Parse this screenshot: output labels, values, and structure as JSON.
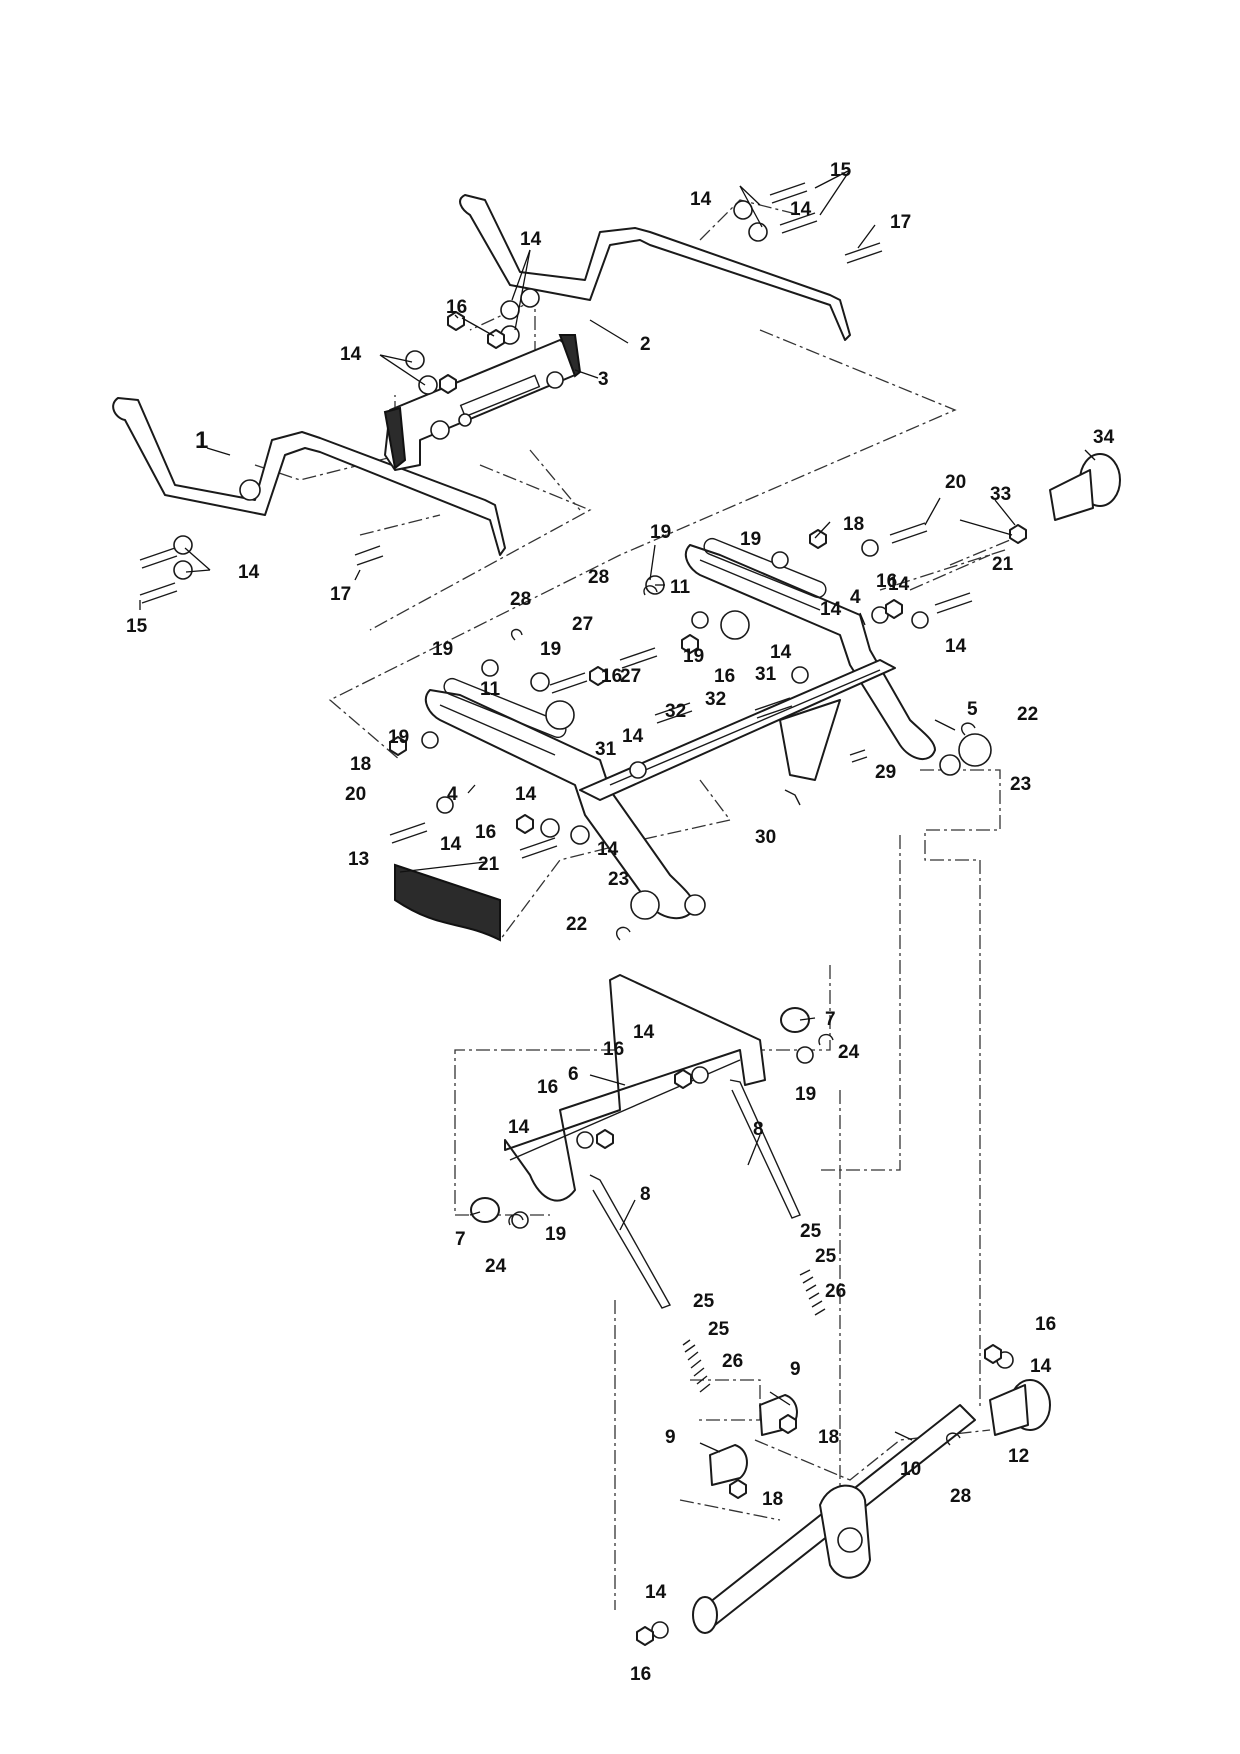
{
  "diagram": {
    "callouts": [
      {
        "id": "c1",
        "label": "1"
      },
      {
        "id": "c2",
        "label": "2"
      },
      {
        "id": "c3",
        "label": "3"
      },
      {
        "id": "c4a",
        "label": "4"
      },
      {
        "id": "c4b",
        "label": "4"
      },
      {
        "id": "c5",
        "label": "5"
      },
      {
        "id": "c6",
        "label": "6"
      },
      {
        "id": "c7a",
        "label": "7"
      },
      {
        "id": "c7b",
        "label": "7"
      },
      {
        "id": "c8a",
        "label": "8"
      },
      {
        "id": "c8b",
        "label": "8"
      },
      {
        "id": "c9a",
        "label": "9"
      },
      {
        "id": "c9b",
        "label": "9"
      },
      {
        "id": "c10",
        "label": "10"
      },
      {
        "id": "c11a",
        "label": "11"
      },
      {
        "id": "c11b",
        "label": "11"
      },
      {
        "id": "c12",
        "label": "12"
      },
      {
        "id": "c13",
        "label": "13"
      },
      {
        "id": "c14a",
        "label": "14"
      },
      {
        "id": "c14b",
        "label": "14"
      },
      {
        "id": "c14c",
        "label": "14"
      },
      {
        "id": "c14d",
        "label": "14"
      },
      {
        "id": "c14e",
        "label": "14"
      },
      {
        "id": "c14f",
        "label": "14"
      },
      {
        "id": "c14g",
        "label": "14"
      },
      {
        "id": "c14h",
        "label": "14"
      },
      {
        "id": "c14i",
        "label": "14"
      },
      {
        "id": "c14j",
        "label": "14"
      },
      {
        "id": "c14k",
        "label": "14"
      },
      {
        "id": "c14l",
        "label": "14"
      },
      {
        "id": "c14m",
        "label": "14"
      },
      {
        "id": "c14n",
        "label": "14"
      },
      {
        "id": "c14o",
        "label": "14"
      },
      {
        "id": "c14p",
        "label": "14"
      },
      {
        "id": "c14q",
        "label": "14"
      },
      {
        "id": "c15a",
        "label": "15"
      },
      {
        "id": "c15b",
        "label": "15"
      },
      {
        "id": "c16a",
        "label": "16"
      },
      {
        "id": "c16b",
        "label": "16"
      },
      {
        "id": "c16c",
        "label": "16"
      },
      {
        "id": "c16d",
        "label": "16"
      },
      {
        "id": "c16e",
        "label": "16"
      },
      {
        "id": "c16f",
        "label": "16"
      },
      {
        "id": "c16g",
        "label": "16"
      },
      {
        "id": "c16h",
        "label": "16"
      },
      {
        "id": "c16i",
        "label": "16"
      },
      {
        "id": "c17a",
        "label": "17"
      },
      {
        "id": "c17b",
        "label": "17"
      },
      {
        "id": "c18a",
        "label": "18"
      },
      {
        "id": "c18b",
        "label": "18"
      },
      {
        "id": "c18c",
        "label": "18"
      },
      {
        "id": "c18d",
        "label": "18"
      },
      {
        "id": "c19a",
        "label": "19"
      },
      {
        "id": "c19b",
        "label": "19"
      },
      {
        "id": "c19c",
        "label": "19"
      },
      {
        "id": "c19d",
        "label": "19"
      },
      {
        "id": "c19e",
        "label": "19"
      },
      {
        "id": "c19f",
        "label": "19"
      },
      {
        "id": "c19g",
        "label": "19"
      },
      {
        "id": "c19h",
        "label": "19"
      },
      {
        "id": "c20a",
        "label": "20"
      },
      {
        "id": "c20b",
        "label": "20"
      },
      {
        "id": "c21a",
        "label": "21"
      },
      {
        "id": "c21b",
        "label": "21"
      },
      {
        "id": "c22a",
        "label": "22"
      },
      {
        "id": "c22b",
        "label": "22"
      },
      {
        "id": "c23a",
        "label": "23"
      },
      {
        "id": "c23b",
        "label": "23"
      },
      {
        "id": "c24a",
        "label": "24"
      },
      {
        "id": "c24b",
        "label": "24"
      },
      {
        "id": "c25a",
        "label": "25"
      },
      {
        "id": "c25b",
        "label": "25"
      },
      {
        "id": "c25c",
        "label": "25"
      },
      {
        "id": "c25d",
        "label": "25"
      },
      {
        "id": "c26a",
        "label": "26"
      },
      {
        "id": "c26b",
        "label": "26"
      },
      {
        "id": "c27a",
        "label": "27"
      },
      {
        "id": "c27b",
        "label": "27"
      },
      {
        "id": "c28a",
        "label": "28"
      },
      {
        "id": "c28b",
        "label": "28"
      },
      {
        "id": "c28c",
        "label": "28"
      },
      {
        "id": "c29",
        "label": "29"
      },
      {
        "id": "c30",
        "label": "30"
      },
      {
        "id": "c31a",
        "label": "31"
      },
      {
        "id": "c31b",
        "label": "31"
      },
      {
        "id": "c32a",
        "label": "32"
      },
      {
        "id": "c32b",
        "label": "32"
      },
      {
        "id": "c33",
        "label": "33"
      },
      {
        "id": "c34",
        "label": "34"
      }
    ]
  }
}
